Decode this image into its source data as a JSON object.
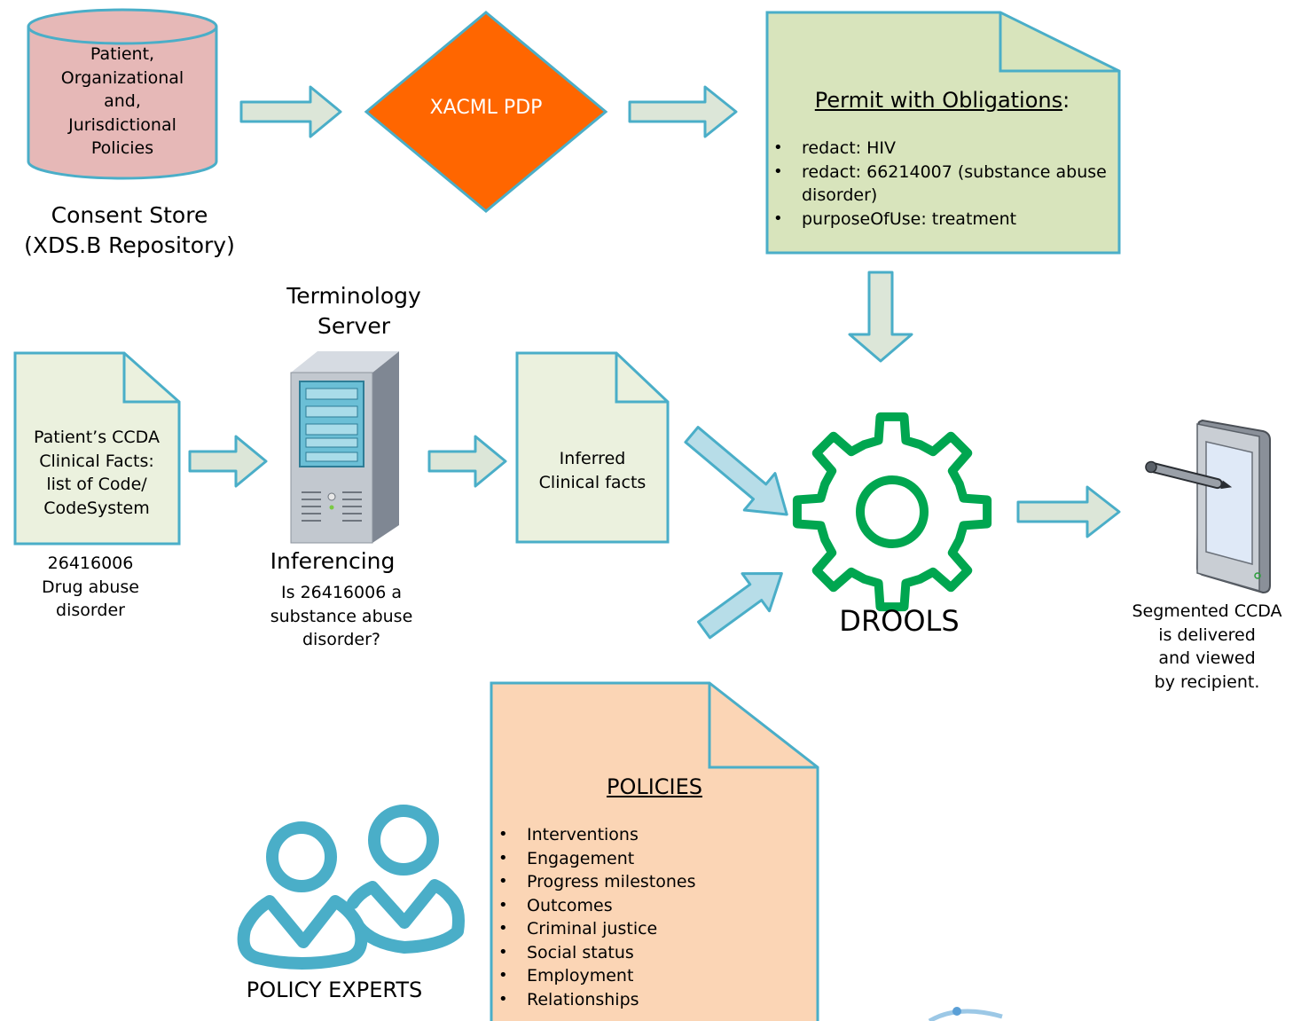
{
  "consent_store": {
    "cylinder_lines": [
      "Patient,",
      "Organizational",
      "and,",
      "Jurisdictional",
      "Policies"
    ],
    "caption_lines": [
      "Consent Store",
      "(XDS.B Repository)"
    ]
  },
  "pdp": {
    "label": "XACML PDP"
  },
  "obligations": {
    "title": "Permit with Obligations",
    "title_suffix": ":",
    "items": [
      "redact: HIV",
      "redact: 66214007 (substance abuse disorder)",
      "purposeOfUse: treatment"
    ]
  },
  "ccda": {
    "lines": [
      "Patient’s CCDA",
      "Clinical Facts:",
      "list of Code/",
      "CodeSystem"
    ],
    "caption_lines": [
      "26416006",
      "Drug abuse",
      "disorder"
    ]
  },
  "terminology": {
    "title_lines": [
      "Terminology",
      "Server"
    ],
    "subtitle": "Inferencing",
    "question_lines": [
      "Is 26416006 a",
      "substance abuse",
      "disorder?"
    ]
  },
  "inferred": {
    "lines": [
      "Inferred",
      "Clinical facts"
    ]
  },
  "drools": {
    "label": "DROOLS"
  },
  "recipient": {
    "caption_lines": [
      "Segmented CCDA",
      "is delivered",
      "and viewed",
      "by recipient."
    ]
  },
  "policies": {
    "title": "POLICIES",
    "items": [
      "Interventions",
      "Engagement",
      "Progress milestones",
      "Outcomes",
      "Criminal justice",
      "Social status",
      "Employment",
      "Relationships"
    ]
  },
  "experts": {
    "label": "POLICY EXPERTS"
  },
  "colors": {
    "stroke": "#4aaec8",
    "cylinder_fill": "#e6b8b7",
    "pdp_fill": "#ff6600",
    "obligations_fill": "#d8e4bc",
    "doc_fill": "#ebf1de",
    "arrow_fill": "#dce6d8",
    "arrow_blue_fill": "#b7dde8",
    "policies_fill": "#fbd5b5",
    "gear": "#00a650",
    "people": "#4aaec8"
  }
}
